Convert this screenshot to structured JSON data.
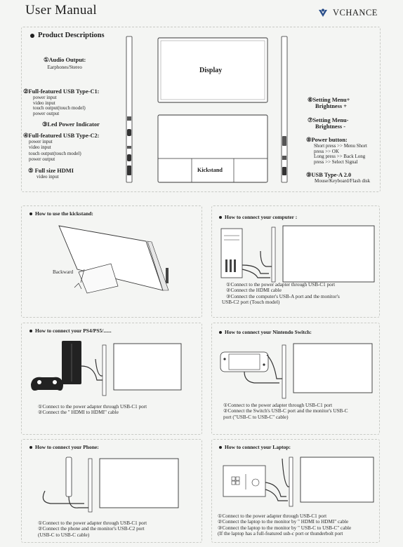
{
  "header": {
    "title": "User Manual",
    "brand": "VCHANCE"
  },
  "product": {
    "heading": "Product Descriptions",
    "display_label": "Display",
    "kickstand_label": "Kickstand",
    "left_items": [
      {
        "title": "①Audio Output:",
        "lines": [
          "Earphones/Stereo"
        ]
      },
      {
        "title": "②Full-featured USB Type-C1:",
        "lines": [
          "power input",
          "video input",
          "touch output(touch model)",
          "power output"
        ]
      },
      {
        "title": "③Led Power Indicator",
        "lines": []
      },
      {
        "title": "④Full-featured USB Type-C2:",
        "lines": [
          "power input",
          "video input",
          "touch output(touch model)",
          "power output"
        ]
      },
      {
        "title": "⑤ Full size HDMI",
        "lines": [
          "video input"
        ]
      }
    ],
    "right_items": [
      {
        "title": "⑥Setting Menu+",
        "title2": "Brightness  +",
        "lines": []
      },
      {
        "title": "⑦Setting Menu-",
        "title2": "Brightness  -",
        "lines": []
      },
      {
        "title": "⑧Power button:",
        "title2": "",
        "lines": [
          "Short press >> Menu Short",
          "press >> OK",
          "Long press >> Back Long",
          "press >> Select Signal"
        ]
      },
      {
        "title": "⑨USB Type-A 2.0",
        "title2": "",
        "lines": [
          "Mouse/Keyboard/Flash disk"
        ]
      }
    ]
  },
  "kickstand": {
    "heading": "How to use the kickstand:",
    "label": "Backward"
  },
  "computer": {
    "heading": "How to connect your computer :",
    "steps": [
      "①Connect to the power adapter through USB-C1 port",
      "②Connect the HDMI cable",
      "③Connect the computer's USB-A port and the monitor's",
      "USB-C2 port (Touch model)"
    ]
  },
  "ps": {
    "heading": "How to connect your PS4/PS5/......",
    "steps": [
      "①Connect to the power adapter through USB-C1 port",
      "②Connect the \" HDMI to HDMI\" cable"
    ]
  },
  "switch": {
    "heading": "How to connect your Nintendo Switch:",
    "steps": [
      "①Connect to the power adapter through USB-C1 port",
      "②Connect the Switch's USB-C port and the monitor's USB-C",
      "port (\"USB-C to USB-C\" cable)"
    ]
  },
  "phone": {
    "heading": "How to connect your Phone:",
    "steps": [
      "①Connect to the power adapter through USB-C1 port",
      "②Connect the phone and the monitor's USB-C2 port",
      "(USB-C to USB-C cable)"
    ]
  },
  "laptop": {
    "heading": "How to connect your Laptop:",
    "steps": [
      "①Connect to the power adapter through USB-C1 port",
      "②Connect the laptop to the monitor by \" HDMI to HDMI\" cable",
      "③Connect the laptop to the monitor by \" USB-C to USB-C\" cable",
      "(If the laptop has a full-featured usb-c port or thunderbolt port"
    ]
  }
}
